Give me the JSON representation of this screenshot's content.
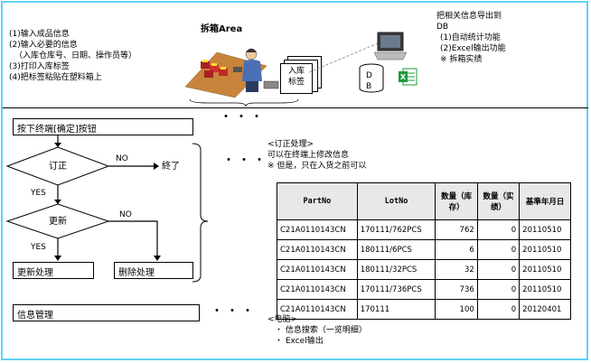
{
  "top_left": [
    "(1)输入成品信息",
    "(2)输入必要的信息",
    "（入库仓库号、日期、操作员等）",
    "(3)打印入库标签",
    "(4)把标签粘贴在塑料箱上"
  ],
  "area_label": "拆箱Area",
  "tag_label_line1": "入库",
  "tag_label_line2": "标签",
  "db_label_d": "D",
  "db_label_b": "B",
  "right_top": [
    "把相关信息导出到",
    "DB",
    "(1)自动统计功能",
    "(2)Excel输出功能",
    "※ 拆箱实绩"
  ],
  "ellipsis": "・・・",
  "flow": {
    "start_box": "按下终端[确定]按钮",
    "decision1": "订正",
    "no1": "NO",
    "end": "終了",
    "yes1": "YES",
    "decision2": "更新",
    "no2": "NO",
    "yes2": "YES",
    "update_box": "更新处理",
    "delete_box": "删除处理",
    "info_box": "信息管理"
  },
  "correction": {
    "title": "<订正处理>",
    "line1": "可以在终端上修改信息",
    "line2": "※ 但是，只在入货之前可以"
  },
  "table": {
    "headers": [
      "PartNo",
      "LotNo",
      "数量（库存）",
      "数量（实绩）",
      "基準年月日"
    ],
    "rows": [
      [
        "C21A0110143CN",
        "170111/762PCS",
        "762",
        "0",
        "20110510"
      ],
      [
        "C21A0110143CN",
        "180111/6PCS",
        "6",
        "0",
        "20110510"
      ],
      [
        "C21A0110143CN",
        "180111/32PCS",
        "32",
        "0",
        "20110510"
      ],
      [
        "C21A0110143CN",
        "170111/736PCS",
        "736",
        "0",
        "20110510"
      ],
      [
        "C21A0110143CN",
        "170111",
        "100",
        "0",
        "20120401"
      ]
    ]
  },
  "pc": {
    "title": "<电脑>",
    "item1": "・ 信息搜索（一览明细）",
    "item2": "・ Excel输出"
  },
  "colors": {
    "frame": "#5fd3f5",
    "area_bg": "#c8843a",
    "excel": "#1f9b3a"
  }
}
